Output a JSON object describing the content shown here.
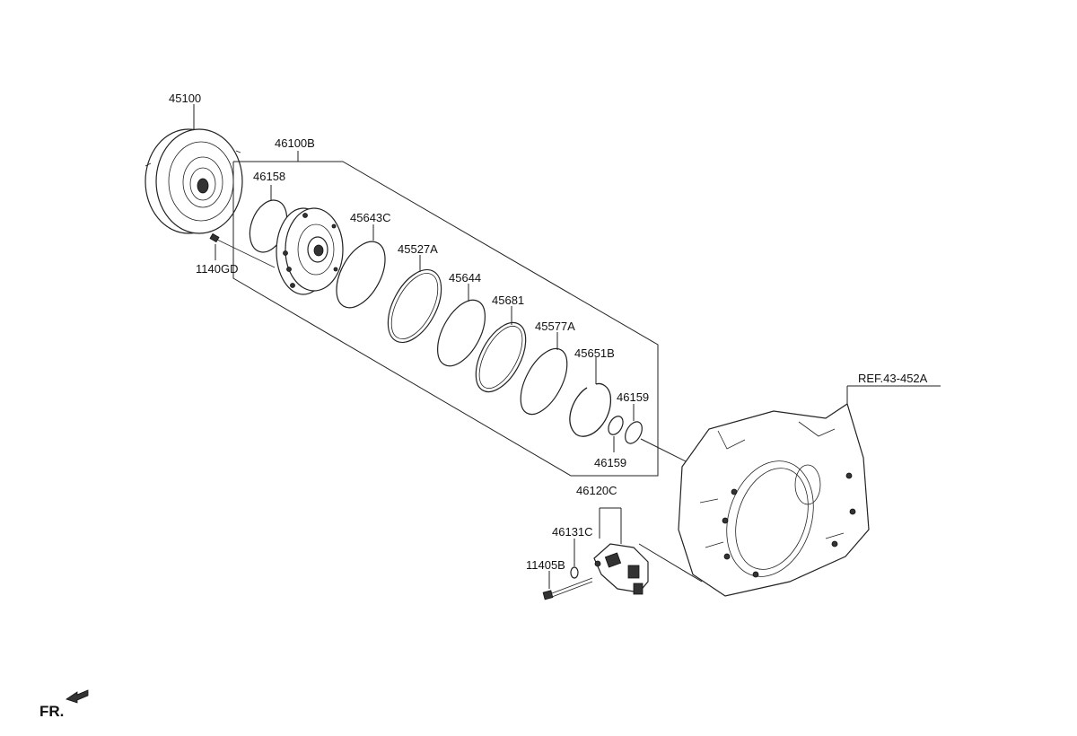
{
  "parts": {
    "torque_converter": "45100",
    "bolt_1140": "1140GD",
    "pump_assembly": "46100B",
    "oring_46158": "46158",
    "seal_45643c": "45643C",
    "plate_45527a": "45527A",
    "ring_45644": "45644",
    "plate_45681": "45681",
    "ring_45577a": "45577A",
    "snap_ring_45651b": "45651B",
    "oring_46159_top": "46159",
    "oring_46159_bottom": "46159",
    "solenoid_assembly": "46120C",
    "oring_46131c": "46131C",
    "bolt_11405": "11405B",
    "reference": "REF.43-452A"
  },
  "front_marker": "FR."
}
